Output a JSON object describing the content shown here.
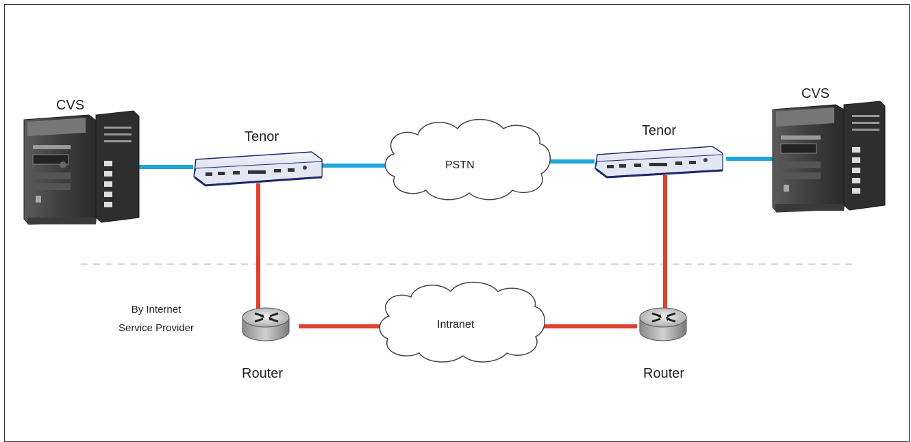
{
  "nodes": {
    "cvs_left": "CVS",
    "cvs_right": "CVS",
    "tenor_left": "Tenor",
    "tenor_right": "Tenor",
    "router_left": "Router",
    "router_right": "Router",
    "pstn": "PSTN",
    "intranet": "Intranet"
  },
  "isp_note": {
    "line1": "By Internet",
    "line2": "Service Provider"
  },
  "colors": {
    "pstn_link": "#1fa6d8",
    "ip_link": "#e0402e",
    "divider": "#c8c8c8"
  }
}
